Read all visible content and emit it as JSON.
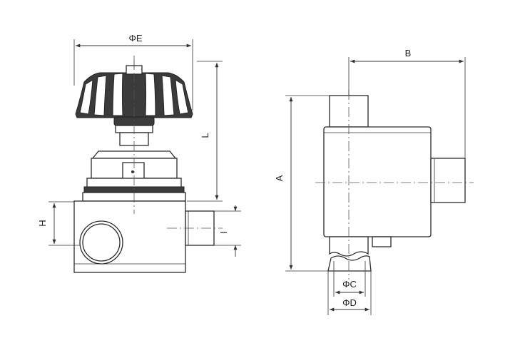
{
  "labels": {
    "dia_e": "ΦE",
    "b": "B",
    "l": "L",
    "a": "A",
    "h": "H",
    "i": "I",
    "dia_c": "ΦC",
    "dia_d": "ΦD"
  }
}
